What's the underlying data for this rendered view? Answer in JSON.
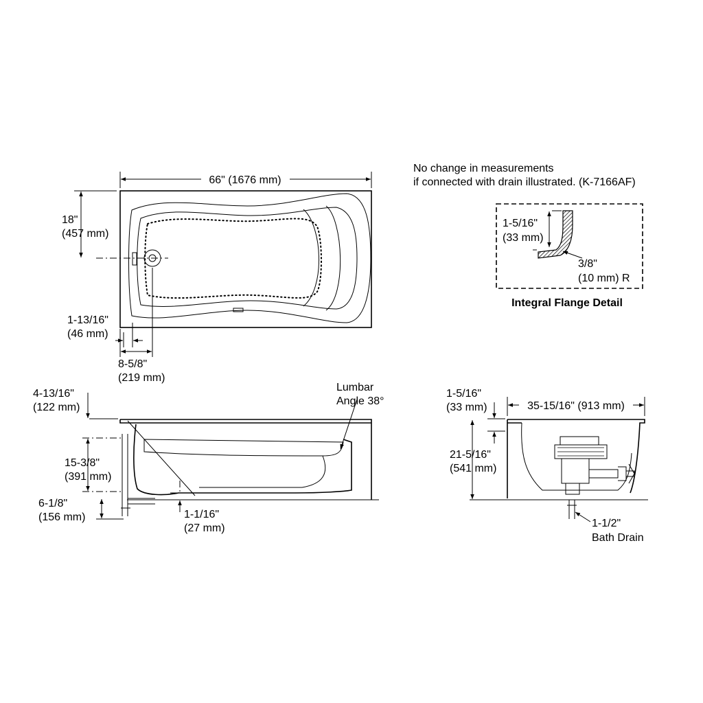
{
  "top_view": {
    "length": "66\" (1676 mm)",
    "width_in": "18\"",
    "width_mm": "(457 mm)",
    "edge_in": "1-13/16\"",
    "edge_mm": "(46 mm)",
    "drain_in": "8-5/8\"",
    "drain_mm": "(219 mm)"
  },
  "note": {
    "line1": "No change in measurements",
    "line2": "if connected with drain illustrated. (K-7166AF)"
  },
  "flange_detail": {
    "title": "Integral Flange Detail",
    "height_in": "1-5/16\"",
    "height_mm": "(33 mm)",
    "radius_in": "3/8\"",
    "radius_mm": "(10 mm) R"
  },
  "side_view": {
    "top_in": "4-13/16\"",
    "top_mm": "(122 mm)",
    "lumbar_1": "Lumbar",
    "lumbar_2": "Angle 38°",
    "depth_in": "15-3/8\"",
    "depth_mm": "(391 mm)",
    "bottom_in": "6-1/8\"",
    "bottom_mm": "(156 mm)",
    "floor_in": "1-1/16\"",
    "floor_mm": "(27 mm)"
  },
  "end_view": {
    "flange_in": "1-5/16\"",
    "flange_mm": "(33 mm)",
    "width": "35-15/16\" (913 mm)",
    "height_in": "21-5/16\"",
    "height_mm": "(541 mm)",
    "drain_size": "1-1/2\"",
    "drain_label": "Bath Drain"
  }
}
